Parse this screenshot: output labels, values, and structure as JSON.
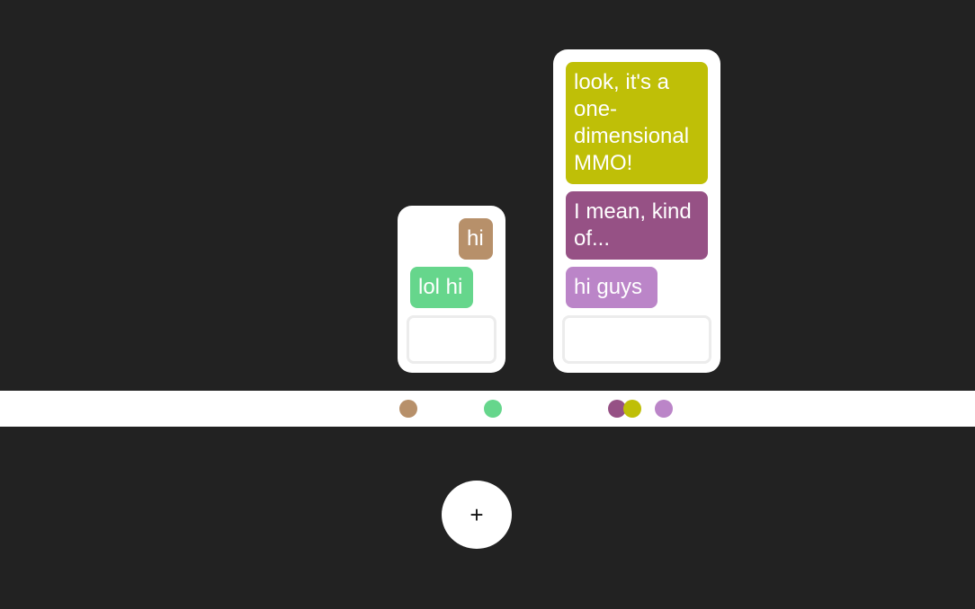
{
  "colors": {
    "background": "#222222",
    "tan": "#b7906a",
    "green": "#66d68c",
    "olive": "#bfbf07",
    "plum": "#965185",
    "lavender": "#bb85c8"
  },
  "panels": {
    "left": {
      "messages": [
        {
          "text": "hi",
          "color": "#b7906a"
        },
        {
          "text": "lol hi",
          "color": "#66d68c"
        }
      ],
      "input_value": ""
    },
    "right": {
      "messages": [
        {
          "text": "look, it's a one-dimensional MMO!",
          "color": "#bfbf07"
        },
        {
          "text": "I mean, kind of...",
          "color": "#965185"
        },
        {
          "text": "hi guys",
          "color": "#bb85c8"
        }
      ],
      "input_value": ""
    }
  },
  "players": [
    {
      "color": "#b7906a",
      "icon": "player-dot"
    },
    {
      "color": "#66d68c",
      "icon": "player-dot"
    },
    {
      "color": "#965185",
      "icon": "player-dot"
    },
    {
      "color": "#bfbf07",
      "icon": "player-dot"
    },
    {
      "color": "#bb85c8",
      "icon": "player-dot"
    }
  ],
  "add_button": {
    "label": "+"
  }
}
